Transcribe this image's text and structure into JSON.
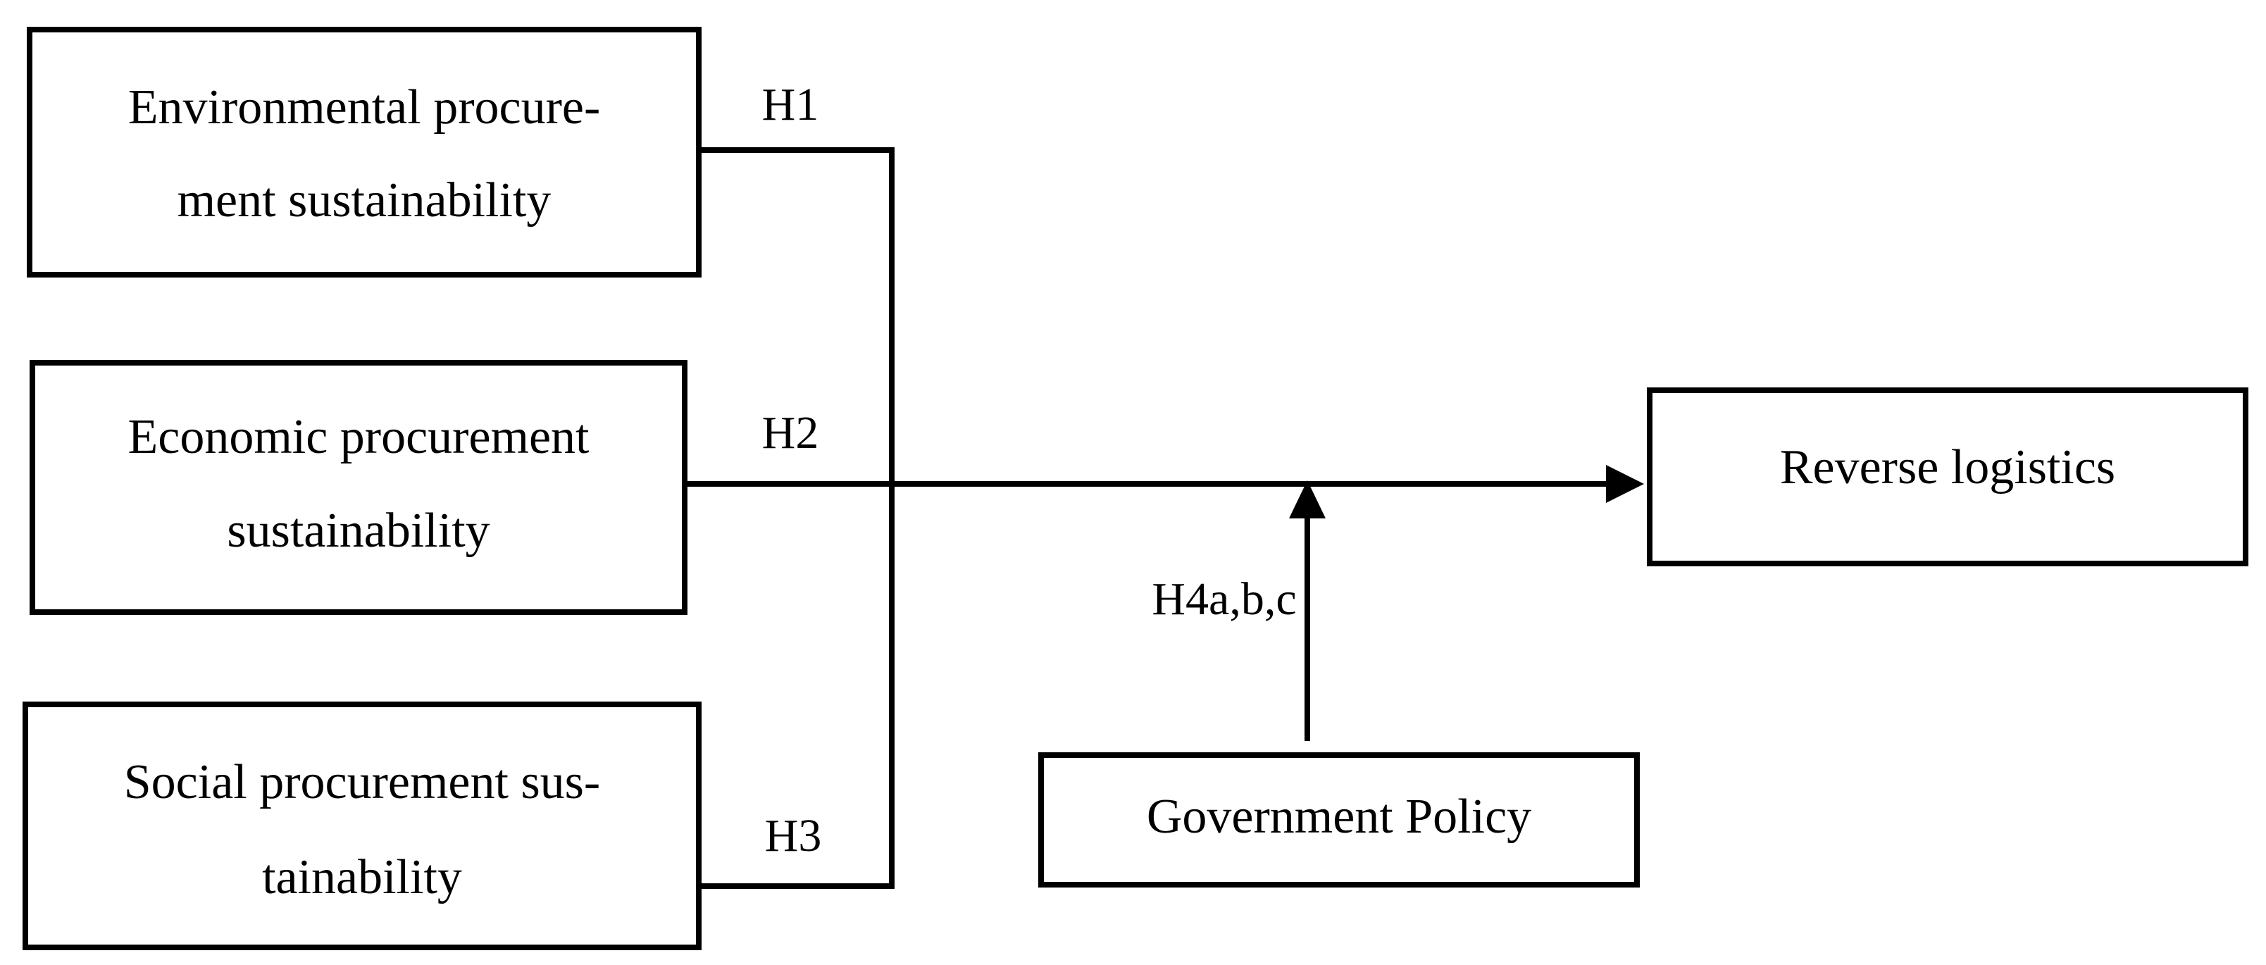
{
  "nodes": {
    "environmental": {
      "line1": "Environmental procure-",
      "line2": "ment sustainability"
    },
    "economic": {
      "line1": "Economic procurement",
      "line2": "sustainability"
    },
    "social": {
      "line1": "Social procurement sus-",
      "line2": "tainability"
    },
    "government": {
      "label": "Government Policy"
    },
    "reverse": {
      "label": "Reverse logistics"
    }
  },
  "hypotheses": {
    "h1": "H1",
    "h2": "H2",
    "h3": "H3",
    "h4": "H4a,b,c"
  },
  "colors": {
    "stroke": "#000000",
    "background": "#ffffff"
  }
}
